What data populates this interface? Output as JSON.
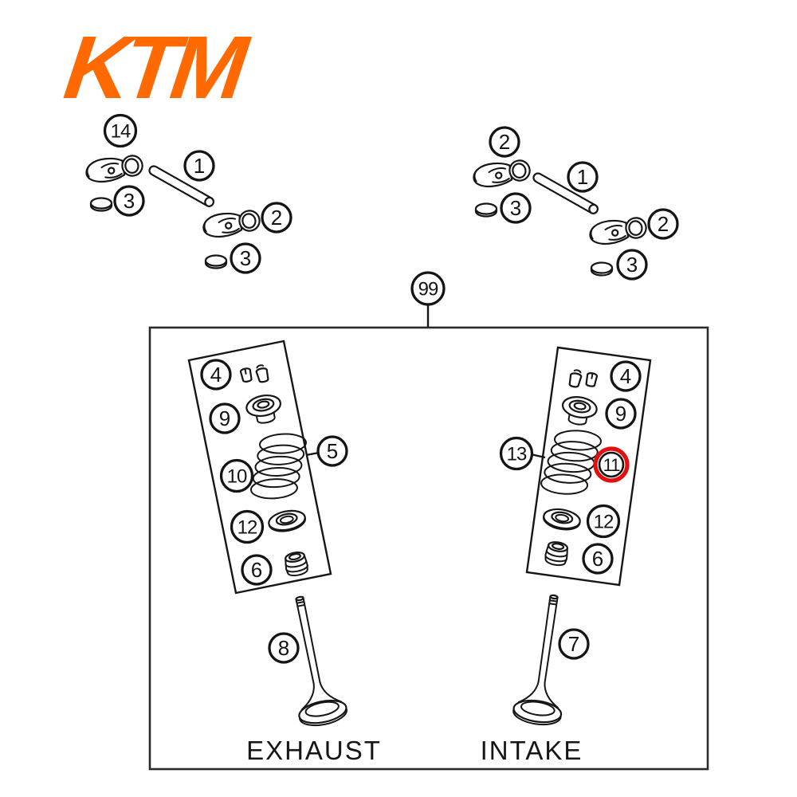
{
  "brand": {
    "logo_text": "KTM",
    "logo_color": "#FF6900"
  },
  "colors": {
    "highlight": "#E20F0F",
    "line": "#161616"
  },
  "group": {
    "callout": "99"
  },
  "rocker_assembly_left": {
    "rocker_upper": "14",
    "shaft": "1",
    "shim_upper": "3",
    "rocker_lower": "2",
    "shim_lower": "3"
  },
  "rocker_assembly_right": {
    "rocker_upper": "2",
    "shaft": "1",
    "shim_upper": "3",
    "rocker_lower": "2",
    "shim_lower": "3"
  },
  "exhaust_kit": {
    "keepers": "4",
    "retainer": "9",
    "spring": "10",
    "kit": "5",
    "seat": "12",
    "seal": "6",
    "valve": "8",
    "label": "EXHAUST"
  },
  "intake_kit": {
    "keepers": "4",
    "retainer": "9",
    "kit": "13",
    "spring": "11",
    "seat": "12",
    "seal": "6",
    "valve": "7",
    "label": "INTAKE"
  }
}
